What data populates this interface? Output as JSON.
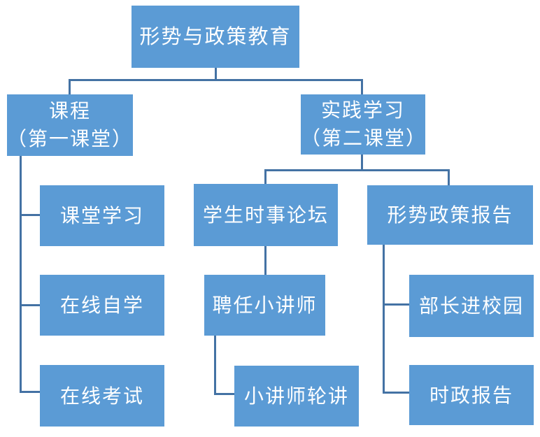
{
  "diagram": {
    "type": "org-chart-tree",
    "colors": {
      "background": "#ffffff",
      "box_fill": "#5b9bd5",
      "text_color": "#ffffff",
      "connector": "#4472a4"
    },
    "nodes": {
      "root": {
        "label": "形势与政策教育"
      },
      "course": {
        "line1": "课程",
        "line2": "（第一课堂）"
      },
      "practice": {
        "line1": "实践学习",
        "line2": "（第二课堂）"
      },
      "classroom_learning": {
        "label": "课堂学习"
      },
      "online_self_study": {
        "label": "在线自学"
      },
      "online_exam": {
        "label": "在线考试"
      },
      "student_forum": {
        "label": "学生时事论坛"
      },
      "policy_report": {
        "label": "形势政策报告"
      },
      "hire_lecturers": {
        "label": "聘任小讲师"
      },
      "lecturer_rotation": {
        "label": "小讲师轮讲"
      },
      "minister_campus": {
        "label": "部长进校园"
      },
      "politics_report": {
        "label": "时政报告"
      }
    }
  }
}
